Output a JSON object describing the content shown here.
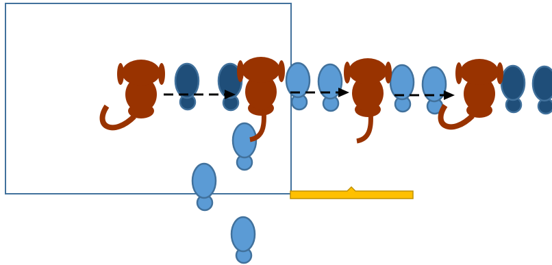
{
  "colors": {
    "background": "#ffffff",
    "frame_border": "#41719c",
    "monkey": "#993300",
    "blob_light_fill": "#5b9bd5",
    "blob_dark_fill": "#1f4e79",
    "blob_outline": "#41719c",
    "arrow": "#000000",
    "bracket_fill": "#ffc000",
    "bracket_outline": "#bf9000"
  },
  "diagram": {
    "frame": {
      "label": ""
    },
    "monkeys": [
      {
        "id": "monkey-1",
        "tail": "curled"
      },
      {
        "id": "monkey-2",
        "tail": "straight"
      },
      {
        "id": "monkey-3",
        "tail": "straight"
      },
      {
        "id": "monkey-4",
        "tail": "curled"
      }
    ],
    "blobs": [
      {
        "id": "blob-dark-1",
        "shade": "dark"
      },
      {
        "id": "blob-dark-2",
        "shade": "dark"
      },
      {
        "id": "blob-light-1",
        "shade": "light"
      },
      {
        "id": "blob-light-2",
        "shade": "light"
      },
      {
        "id": "blob-light-3",
        "shade": "light"
      },
      {
        "id": "blob-light-4",
        "shade": "light"
      },
      {
        "id": "blob-dark-3",
        "shade": "dark"
      },
      {
        "id": "blob-dark-4",
        "shade": "dark"
      },
      {
        "id": "blob-light-5",
        "shade": "light"
      },
      {
        "id": "blob-light-6",
        "shade": "light"
      },
      {
        "id": "blob-light-7",
        "shade": "light"
      }
    ],
    "arrows": [
      {
        "id": "arrow-1",
        "style": "dashed"
      },
      {
        "id": "arrow-2",
        "style": "dashed"
      },
      {
        "id": "arrow-3",
        "style": "dashed"
      }
    ],
    "bracket": {
      "id": "yellow-bracket"
    }
  }
}
